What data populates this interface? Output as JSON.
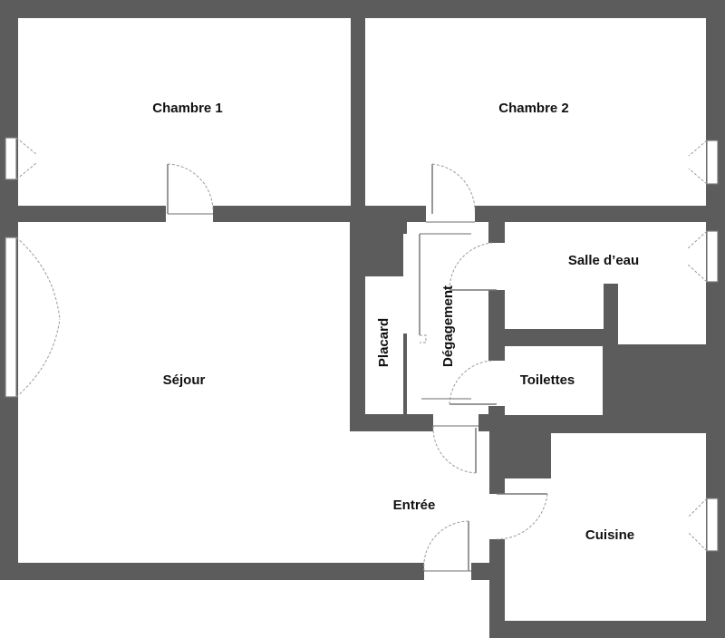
{
  "rooms": {
    "chambre1": "Chambre 1",
    "chambre2": "Chambre 2",
    "salle_eau": "Salle d’eau",
    "degagement": "Dégagement",
    "placard": "Placard",
    "toilettes": "Toilettes",
    "sejour": "Séjour",
    "entree": "Entrée",
    "cuisine": "Cuisine"
  },
  "colors": {
    "wall": "#5c5c5c",
    "floor": "#ffffff",
    "text": "#111111"
  }
}
